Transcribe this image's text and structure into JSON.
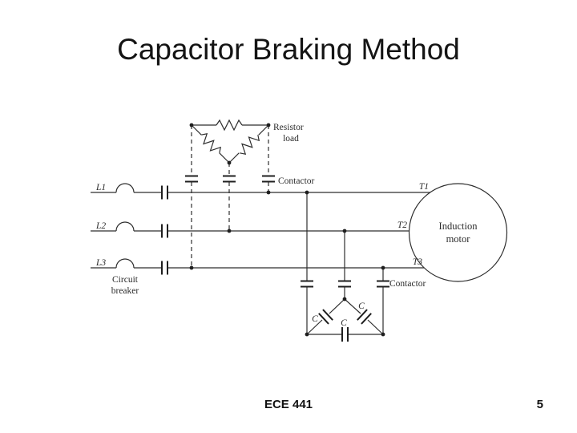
{
  "title": "Capacitor Braking Method",
  "footer": {
    "course": "ECE 441",
    "page_number": "5"
  },
  "colors": {
    "ink": "#2b2b2b",
    "background": "#ffffff"
  },
  "diagram": {
    "supply_labels": [
      "L1",
      "L2",
      "L3"
    ],
    "terminal_labels": [
      "T1",
      "T2",
      "T3"
    ],
    "circuit_breaker": {
      "line1": "Circuit",
      "line2": "breaker"
    },
    "resistor_load": {
      "line1": "Resistor",
      "line2": "load"
    },
    "contactor_top": "Contactor",
    "contactor_bottom": "Contactor",
    "motor": {
      "line1": "Induction",
      "line2": "motor"
    },
    "capacitor_labels": [
      "C",
      "C",
      "C"
    ]
  }
}
